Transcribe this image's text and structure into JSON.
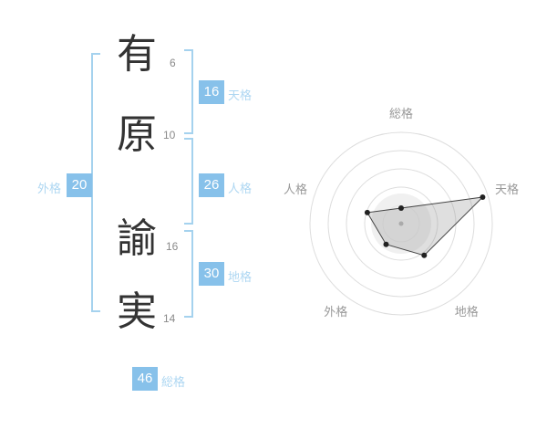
{
  "name_analysis": {
    "characters": [
      {
        "char": "有",
        "strokes": "6"
      },
      {
        "char": "原",
        "strokes": "10"
      },
      {
        "char": "諭",
        "strokes": "16"
      },
      {
        "char": "実",
        "strokes": "14"
      }
    ],
    "kaku": {
      "gaikaku": {
        "label": "外格",
        "value": "20"
      },
      "tenkaku": {
        "label": "天格",
        "value": "16"
      },
      "jinkaku": {
        "label": "人格",
        "value": "26"
      },
      "chikaku": {
        "label": "地格",
        "value": "30"
      },
      "soukaku": {
        "label": "総格",
        "value": "46"
      }
    }
  },
  "colors": {
    "value_box": "#87c1ea",
    "kaku_label": "#aed7f2",
    "bracket": "#a5d2ee",
    "name_char": "#333333",
    "stroke_count": "#8a8a8a",
    "radar_ring": "#dddddd",
    "radar_axis_label": "#999999",
    "radar_polygon_stroke": "#444444",
    "radar_point": "#222222"
  },
  "chart_data": {
    "type": "radar",
    "title": "",
    "axes": [
      "総格",
      "天格",
      "地格",
      "外格",
      "人格"
    ],
    "values": [
      17,
      94,
      43,
      28,
      39
    ],
    "max": 100,
    "rings": 5,
    "baseline_circle": 33,
    "grid": "circular",
    "legend": "none"
  }
}
